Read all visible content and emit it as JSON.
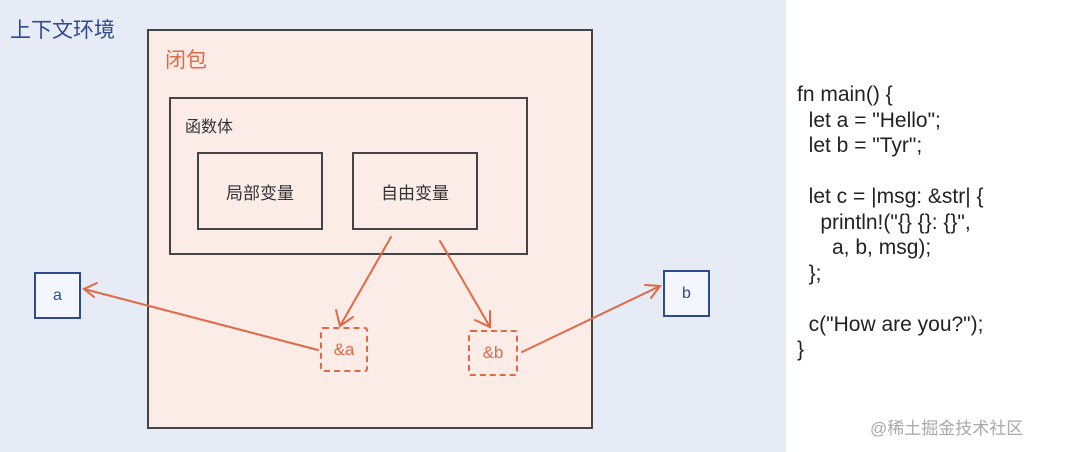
{
  "context_label": "上下文环境",
  "closure_label": "闭包",
  "function_body_label": "函数体",
  "local_vars_label": "局部变量",
  "free_vars_label": "自由变量",
  "ref_a_label": "&a",
  "ref_b_label": "&b",
  "var_a_label": "a",
  "var_b_label": "b",
  "code": "fn main() {\n  let a = \"Hello\";\n  let b = \"Tyr\";\n\n  let c = |msg: &str| {\n    println!(\"{} {}: {}\",\n      a, b, msg);\n  };\n\n  c(\"How are you?\");\n}",
  "watermark": "@稀土掘金技术社区",
  "colors": {
    "accent": "#e06a47",
    "navy": "#2f4b8f",
    "context_bg": "#e6ebf5",
    "closure_bg": "#fbece8"
  }
}
